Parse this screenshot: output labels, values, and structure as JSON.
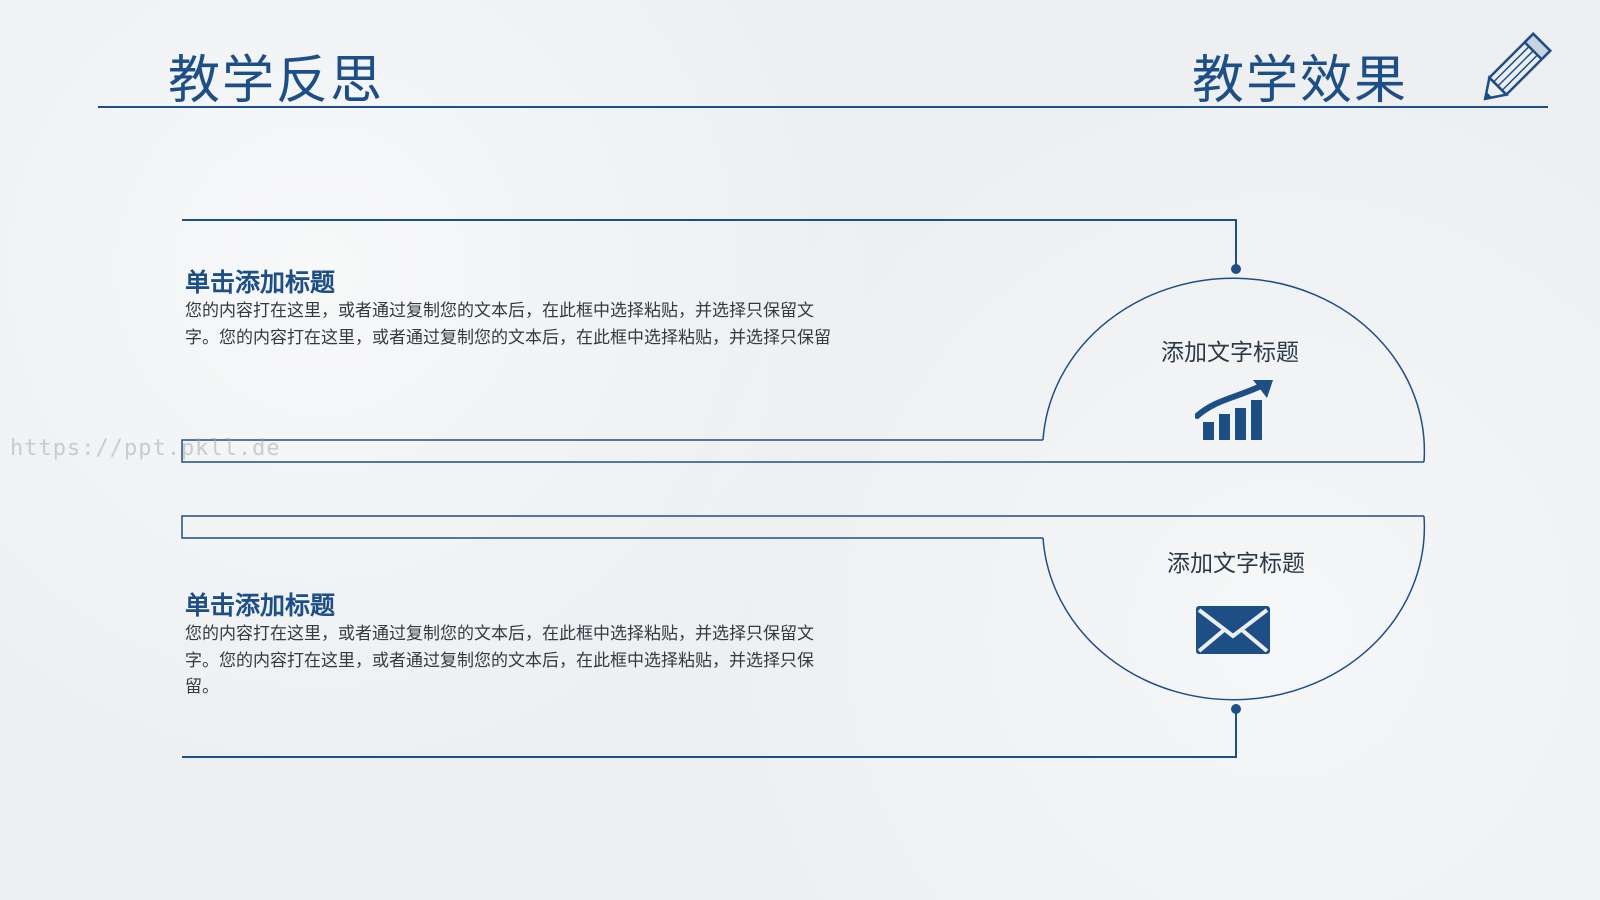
{
  "header": {
    "left_title": "教学反思",
    "right_title": "教学效果"
  },
  "blocks": [
    {
      "heading": "单击添加标题",
      "body": "您的内容打在这里，或者通过复制您的文本后，在此框中选择粘贴，并选择只保留文字。您的内容打在这里，或者通过复制您的文本后，在此框中选择粘贴，并选择只保留",
      "circle_title": "添加文字标题",
      "icon": "bar-chart-growth-icon"
    },
    {
      "heading": "单击添加标题",
      "body": "您的内容打在这里，或者通过复制您的文本后，在此框中选择粘贴，并选择只保留文字。您的内容打在这里，或者通过复制您的文本后，在此框中选择粘贴，并选择只保留。",
      "circle_title": "添加文字标题",
      "icon": "envelope-icon"
    }
  ],
  "watermark": "https://ppt.pkll.de",
  "colors": {
    "accent": "#1d4f86",
    "background": "#eceef0",
    "body_text": "#333a42"
  }
}
